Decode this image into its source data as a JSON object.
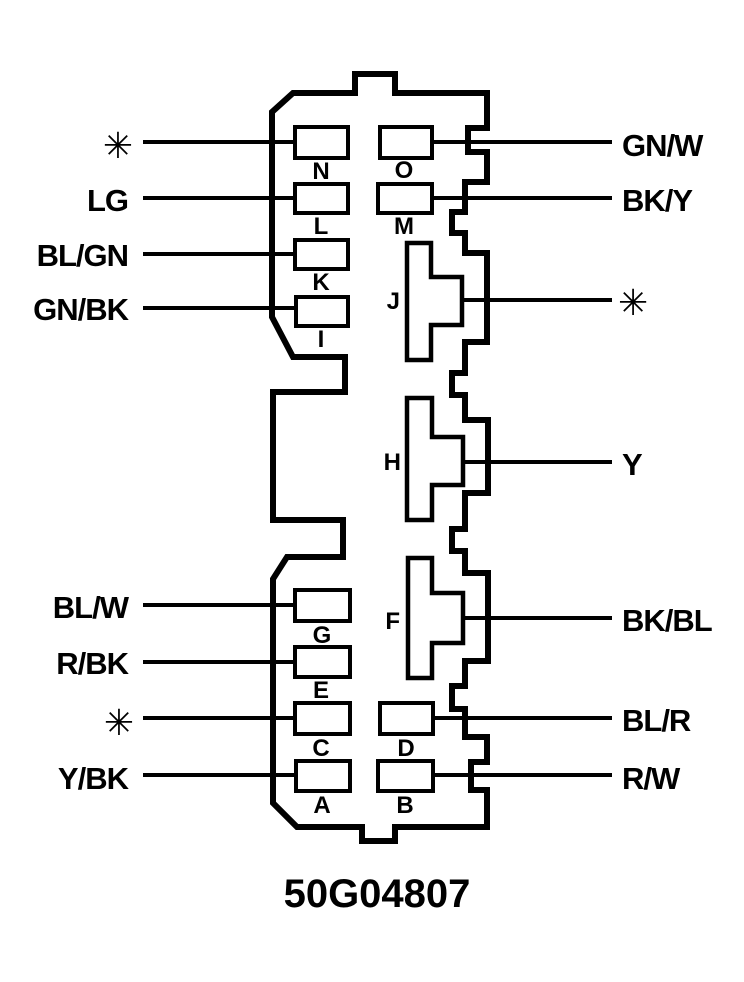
{
  "part_number": "50G04807",
  "diagram": {
    "ink_color": "#000000",
    "background_color": "#ffffff"
  },
  "pins": [
    {
      "letter": "N",
      "wire_label": "✳",
      "wire_side": "left"
    },
    {
      "letter": "O",
      "wire_label": "GN/W",
      "wire_side": "right"
    },
    {
      "letter": "L",
      "wire_label": "LG",
      "wire_side": "left"
    },
    {
      "letter": "M",
      "wire_label": "BK/Y",
      "wire_side": "right"
    },
    {
      "letter": "K",
      "wire_label": "BL/GN",
      "wire_side": "left"
    },
    {
      "letter": "I",
      "wire_label": "GN/BK",
      "wire_side": "left"
    },
    {
      "letter": "J",
      "wire_label": "✳",
      "wire_side": "right"
    },
    {
      "letter": "H",
      "wire_label": "Y",
      "wire_side": "right"
    },
    {
      "letter": "F",
      "wire_label": "BK/BL",
      "wire_side": "right"
    },
    {
      "letter": "G",
      "wire_label": "BL/W",
      "wire_side": "left"
    },
    {
      "letter": "E",
      "wire_label": "R/BK",
      "wire_side": "left"
    },
    {
      "letter": "C",
      "wire_label": "✳",
      "wire_side": "left"
    },
    {
      "letter": "D",
      "wire_label": "BL/R",
      "wire_side": "right"
    },
    {
      "letter": "A",
      "wire_label": "Y/BK",
      "wire_side": "left"
    },
    {
      "letter": "B",
      "wire_label": "R/W",
      "wire_side": "right"
    }
  ]
}
